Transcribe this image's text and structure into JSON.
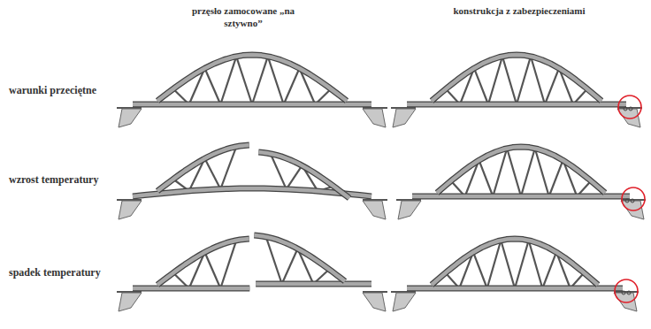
{
  "diagram": {
    "labels": [
      "przęsło zamocowane „na sztywno”",
      "konstrukcja z zabezpieczeniami",
      "warunki przeciętne",
      "wzrost temperatury",
      "spadek temperatury"
    ]
  }
}
